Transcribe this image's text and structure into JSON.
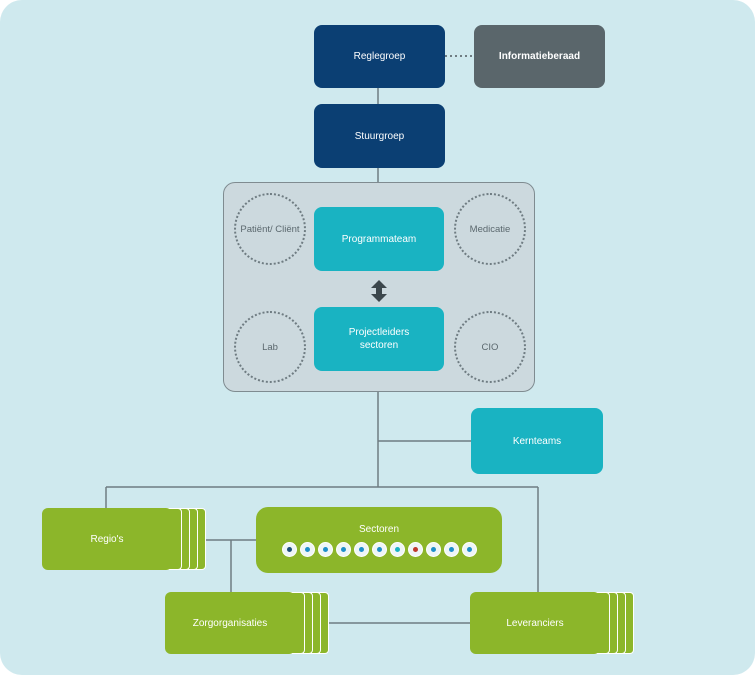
{
  "nodes": {
    "reglegroep": "Reglegroep",
    "informatieberaad": "Informatieberaad",
    "stuurgroep": "Stuurgroep",
    "programmateam": "Programmateam",
    "projectleiders": "Projectleiders sectoren",
    "kernteams": "Kernteams",
    "regios": "Regio's",
    "sectoren": "Sectoren",
    "zorgorganisaties": "Zorgorganisaties",
    "leveranciers": "Leveranciers"
  },
  "circles": {
    "patient_client": "Patiënt/ Cliënt",
    "medicatie": "Medicatie",
    "lab": "Lab",
    "cio": "CIO"
  },
  "sector_icons": [
    "people-icon",
    "tooth-icon",
    "wheelchair-icon",
    "uterus-icon",
    "calendar-icon",
    "tooth-2-icon",
    "eye-icon",
    "blood-drop-icon",
    "ambulance-icon",
    "pharmacy-icon",
    "plus-icon"
  ],
  "colors": {
    "background": "#cfe9ee",
    "navy": "#0b3f73",
    "grey": "#5a666b",
    "teal": "#19b3c2",
    "green": "#8cb62a"
  }
}
